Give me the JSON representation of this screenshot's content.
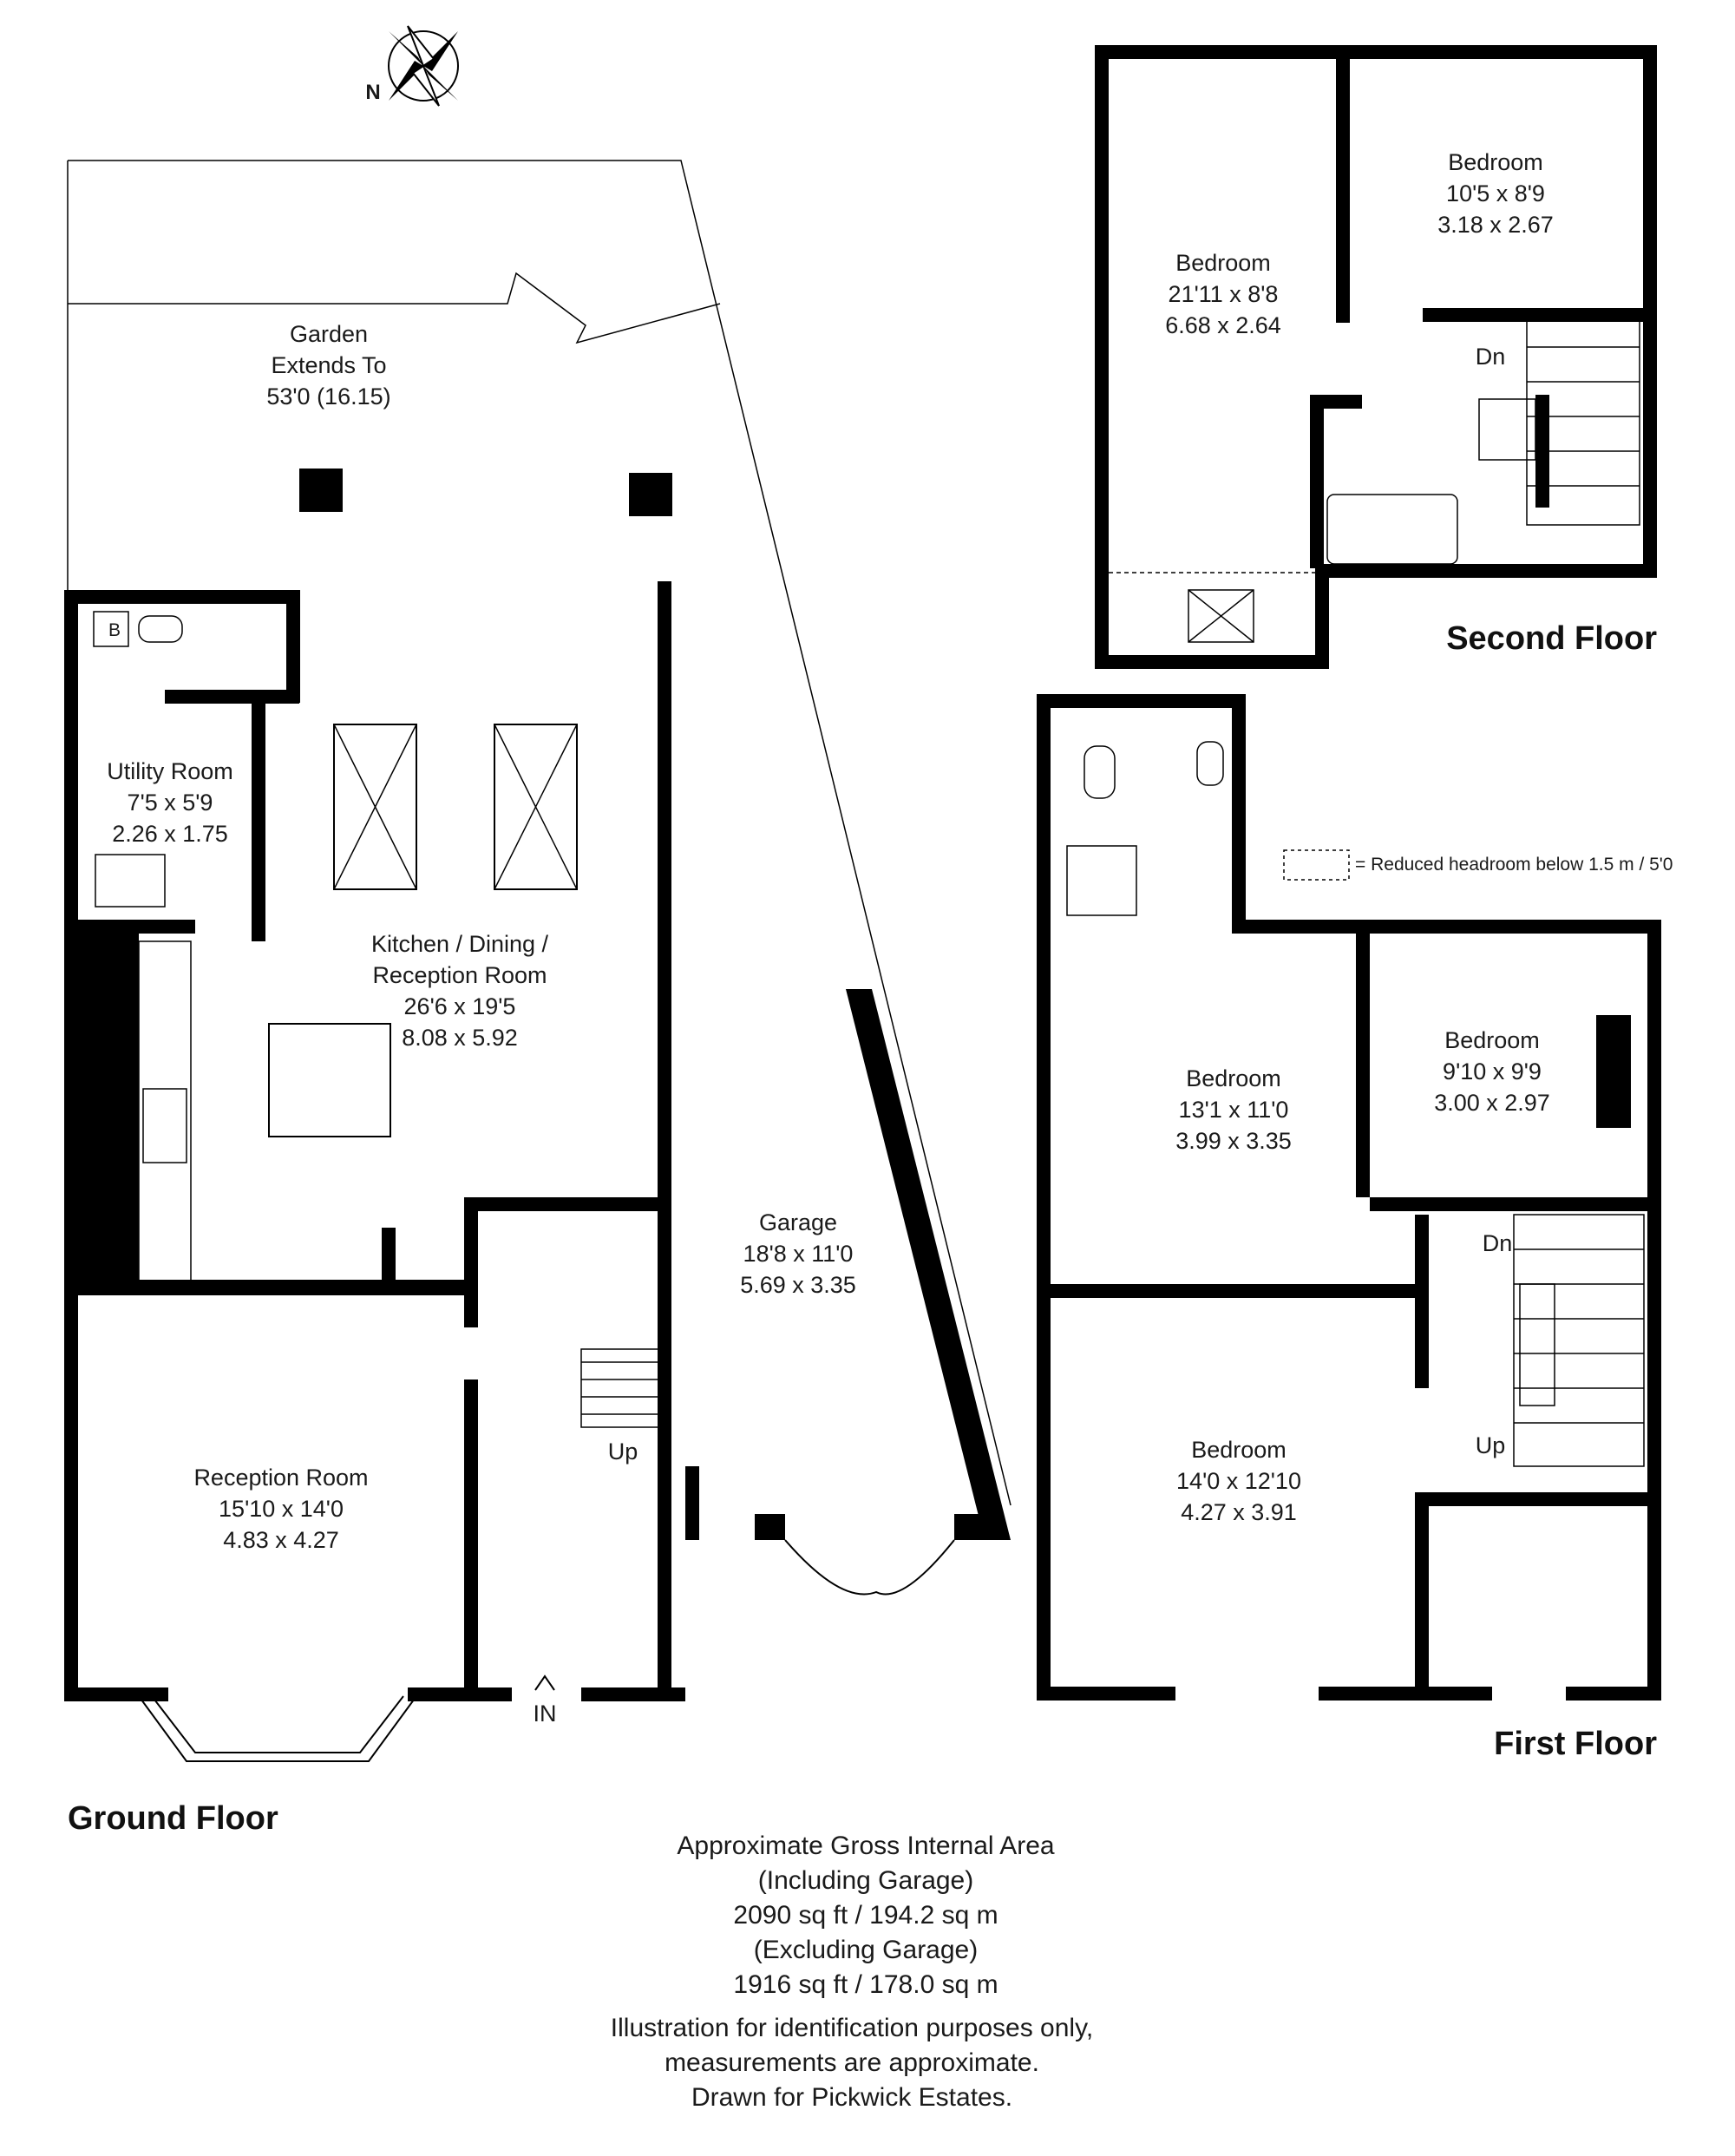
{
  "compass": {
    "north_label": "N"
  },
  "ground_floor": {
    "title": "Ground Floor",
    "garden": {
      "line1": "Garden",
      "line2": "Extends To",
      "line3": "53'0 (16.15)"
    },
    "utility": {
      "name": "Utility Room",
      "imperial": "7'5 x 5'9",
      "metric": "2.26 x 1.75",
      "boiler": "B"
    },
    "kitchen": {
      "line1": "Kitchen / Dining /",
      "line2": "Reception Room",
      "imperial": "26'6 x 19'5",
      "metric": "8.08 x 5.92"
    },
    "reception": {
      "name": "Reception Room",
      "imperial": "15'10 x 14'0",
      "metric": "4.83 x 4.27"
    },
    "garage": {
      "name": "Garage",
      "imperial": "18'8 x 11'0",
      "metric": "5.69 x 3.35"
    },
    "stairs_up": "Up",
    "entrance": "IN"
  },
  "first_floor": {
    "title": "First Floor",
    "bedroom_a": {
      "name": "Bedroom",
      "imperial": "13'1 x 11'0",
      "metric": "3.99 x 3.35"
    },
    "bedroom_b": {
      "name": "Bedroom",
      "imperial": "9'10 x 9'9",
      "metric": "3.00 x 2.97"
    },
    "bedroom_c": {
      "name": "Bedroom",
      "imperial": "14'0 x 12'10",
      "metric": "4.27 x 3.91"
    },
    "stairs_down": "Dn",
    "stairs_up": "Up",
    "legend": "= Reduced headroom below 1.5 m / 5'0"
  },
  "second_floor": {
    "title": "Second Floor",
    "bedroom_large": {
      "name": "Bedroom",
      "imperial": "21'11 x 8'8",
      "metric": "6.68 x 2.64"
    },
    "bedroom_small": {
      "name": "Bedroom",
      "imperial": "10'5 x 8'9",
      "metric": "3.18 x 2.67"
    },
    "stairs_down": "Dn"
  },
  "area": {
    "line1": "Approximate Gross Internal Area",
    "line2": "(Including Garage)",
    "line3": "2090 sq ft / 194.2 sq m",
    "line4": "(Excluding Garage)",
    "line5": "1916 sq ft / 178.0 sq m"
  },
  "disclaimer": {
    "line1": "Illustration for identification purposes only,",
    "line2": "measurements are approximate.",
    "line3": "Drawn for Pickwick Estates."
  }
}
